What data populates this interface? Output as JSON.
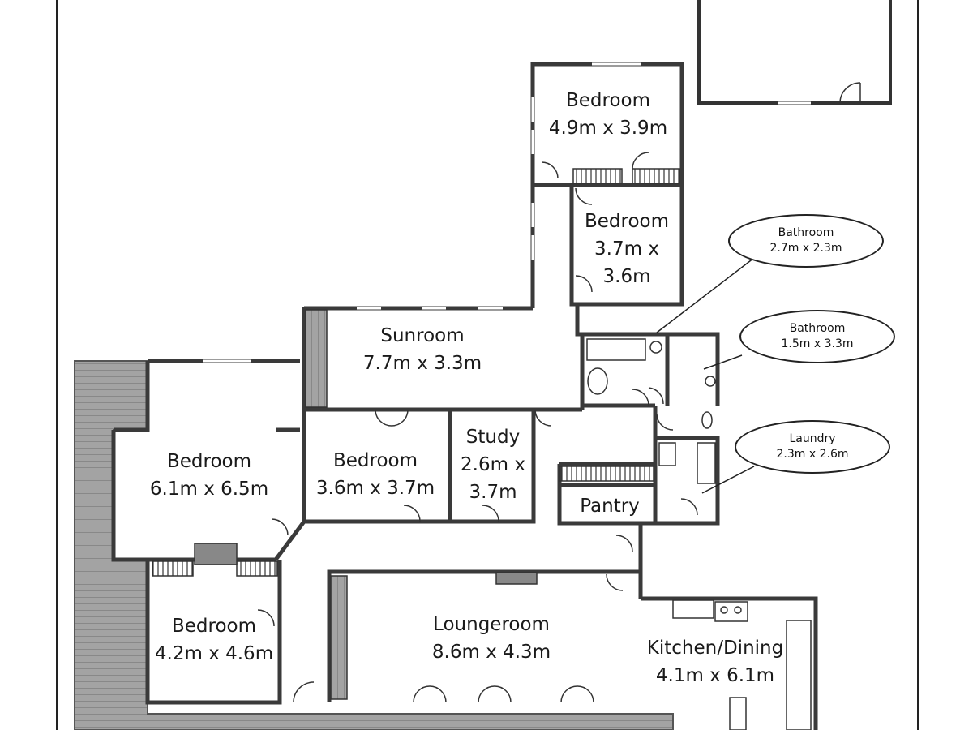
{
  "rooms": {
    "bedroom_ne": {
      "name": "Bedroom",
      "size": "4.9m x 3.9m"
    },
    "bedroom_e": {
      "line1": "Bedroom",
      "line2": "3.7m x",
      "line3": "3.6m"
    },
    "sunroom": {
      "name": "Sunroom",
      "size": "7.7m x 3.3m"
    },
    "bedroom_w": {
      "name": "Bedroom",
      "size": "6.1m x 6.5m"
    },
    "bedroom_c": {
      "name": "Bedroom",
      "size": "3.6m x 3.7m"
    },
    "study": {
      "line1": "Study",
      "line2": "2.6m x",
      "line3": "3.7m"
    },
    "pantry": {
      "name": "Pantry"
    },
    "bedroom_sw": {
      "name": "Bedroom",
      "size": "4.2m x 4.6m"
    },
    "loungeroom": {
      "name": "Loungeroom",
      "size": "8.6m x 4.3m"
    },
    "kitchen": {
      "name": "Kitchen/Dining",
      "size": "4.1m x 6.1m"
    }
  },
  "callouts": {
    "bathroom1": {
      "name": "Bathroom",
      "size": "2.7m x 2.3m"
    },
    "bathroom2": {
      "name": "Bathroom",
      "size": "1.5m x 3.3m"
    },
    "laundry": {
      "name": "Laundry",
      "size": "2.3m x 2.6m"
    }
  },
  "colors": {
    "wall": "#3a3a3a",
    "veranda": "#9a9a9a",
    "line": "#222222"
  }
}
